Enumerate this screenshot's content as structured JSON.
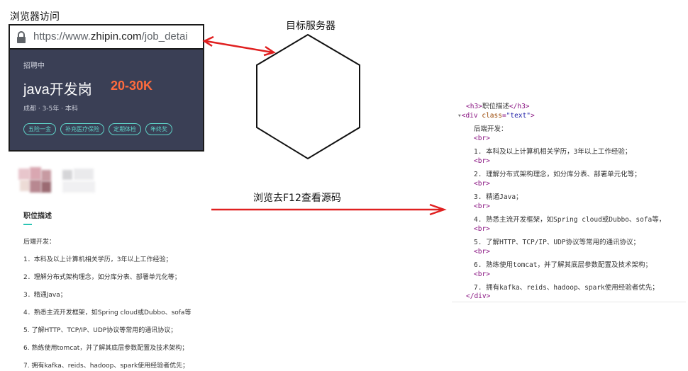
{
  "labels": {
    "browser_visit": "浏览器访问",
    "target_server": "目标服务器",
    "f12_view_source": "浏览去F12查看源码"
  },
  "browser": {
    "url_prefix": "https://www.",
    "url_domain": "zhipin.com",
    "url_path": "/job_detai"
  },
  "job_card": {
    "status": "招聘中",
    "title": "java开发岗",
    "salary": "20-30K",
    "meta": "成都 · 3-5年 · 本科",
    "tags": [
      "五险一金",
      "补充医疗保险",
      "定期体检",
      "年终奖"
    ]
  },
  "job_description": {
    "heading": "职位描述",
    "lines": [
      "后端开发：",
      "1．本科及以上计算机相关学历，3年以上工作经验；",
      "2．理解分布式架构理念，如分库分表、部署单元化等；",
      "3．精通Java；",
      "4．熟悉主流开发框架，如Spring cloud或Dubbo、sofa等",
      "5. 了解HTTP、TCP/IP、UDP协议等常用的通讯协议；",
      "6. 熟练使用tomcat，并了解其底层参数配置及技术架构；",
      "7. 拥有kafka、reids、hadoop、spark使用经验者优先；"
    ]
  },
  "source_code": {
    "h3_open": "<h3>",
    "h3_text": "职位描述",
    "h3_close": "</h3>",
    "div_open_tag": "<div ",
    "div_attr": "class",
    "div_eq": "=",
    "div_val": "\"text\"",
    "div_open_end": ">",
    "br": "<br>",
    "lines": [
      "后端开发：",
      "1. 本科及以上计算机相关学历，3年以上工作经验；",
      "2. 理解分布式架构理念，如分库分表、部署单元化等；",
      "3. 精通Java；",
      "4. 熟悉主流开发框架，如Spring cloud或Dubbo、sofa等，",
      "5. 了解HTTP、TCP/IP、UDP协议等常用的通讯协议；",
      "6. 熟练使用tomcat，并了解其底层参数配置及技术架构；",
      "7. 拥有kafka、reids、hadoop、spark使用经验者优先；"
    ],
    "div_close": "</div>"
  },
  "colors": {
    "arrow": "#e02020",
    "card_bg": "#3a3f55",
    "salary": "#ff6b3d",
    "tag": "#5fd3c8"
  }
}
